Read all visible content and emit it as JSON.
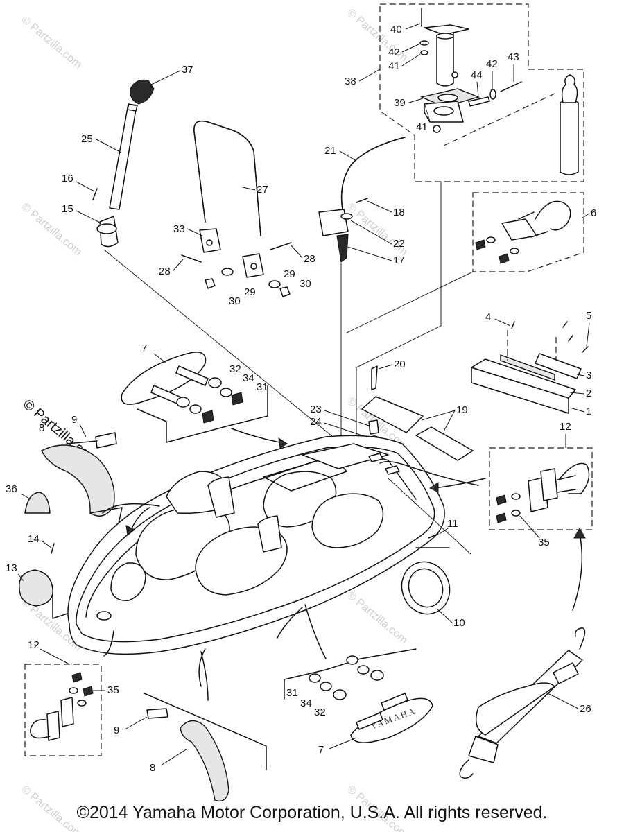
{
  "copyright": "©2014 Yamaha Motor Corporation, U.S.A. All rights reserved.",
  "watermark_text": "© Partzilla.com",
  "brand_plate_text": "YAMAHA",
  "callouts": [
    {
      "id": "c40",
      "label": "40"
    },
    {
      "id": "c42a",
      "label": "42"
    },
    {
      "id": "c41a",
      "label": "41"
    },
    {
      "id": "c38",
      "label": "38"
    },
    {
      "id": "c39",
      "label": "39"
    },
    {
      "id": "c44",
      "label": "44"
    },
    {
      "id": "c42b",
      "label": "42"
    },
    {
      "id": "c43",
      "label": "43"
    },
    {
      "id": "c41b",
      "label": "41"
    },
    {
      "id": "c37",
      "label": "37"
    },
    {
      "id": "c25",
      "label": "25"
    },
    {
      "id": "c16",
      "label": "16"
    },
    {
      "id": "c15",
      "label": "15"
    },
    {
      "id": "c27",
      "label": "27"
    },
    {
      "id": "c33",
      "label": "33"
    },
    {
      "id": "c28a",
      "label": "28"
    },
    {
      "id": "c28b",
      "label": "28"
    },
    {
      "id": "c29a",
      "label": "29"
    },
    {
      "id": "c29b",
      "label": "29"
    },
    {
      "id": "c30a",
      "label": "30"
    },
    {
      "id": "c30b",
      "label": "30"
    },
    {
      "id": "c21",
      "label": "21"
    },
    {
      "id": "c18",
      "label": "18"
    },
    {
      "id": "c22",
      "label": "22"
    },
    {
      "id": "c17",
      "label": "17"
    },
    {
      "id": "c6",
      "label": "6"
    },
    {
      "id": "c4",
      "label": "4"
    },
    {
      "id": "c5",
      "label": "5"
    },
    {
      "id": "c3",
      "label": "3"
    },
    {
      "id": "c2",
      "label": "2"
    },
    {
      "id": "c1",
      "label": "1"
    },
    {
      "id": "c20",
      "label": "20"
    },
    {
      "id": "c19",
      "label": "19"
    },
    {
      "id": "c23",
      "label": "23"
    },
    {
      "id": "c24",
      "label": "24"
    },
    {
      "id": "c7a",
      "label": "7"
    },
    {
      "id": "c32a",
      "label": "32"
    },
    {
      "id": "c34a",
      "label": "34"
    },
    {
      "id": "c31a",
      "label": "31"
    },
    {
      "id": "c9a",
      "label": "9"
    },
    {
      "id": "c8a",
      "label": "8"
    },
    {
      "id": "c36",
      "label": "36"
    },
    {
      "id": "c14",
      "label": "14"
    },
    {
      "id": "c13",
      "label": "13"
    },
    {
      "id": "c12a",
      "label": "12"
    },
    {
      "id": "c35a",
      "label": "35"
    },
    {
      "id": "c11",
      "label": "11"
    },
    {
      "id": "c10",
      "label": "10"
    },
    {
      "id": "c12b",
      "label": "12"
    },
    {
      "id": "c35b",
      "label": "35"
    },
    {
      "id": "c26",
      "label": "26"
    },
    {
      "id": "c31b",
      "label": "31"
    },
    {
      "id": "c34b",
      "label": "34"
    },
    {
      "id": "c32b",
      "label": "32"
    },
    {
      "id": "c7b",
      "label": "7"
    },
    {
      "id": "c9b",
      "label": "9"
    },
    {
      "id": "c8b",
      "label": "8"
    }
  ]
}
